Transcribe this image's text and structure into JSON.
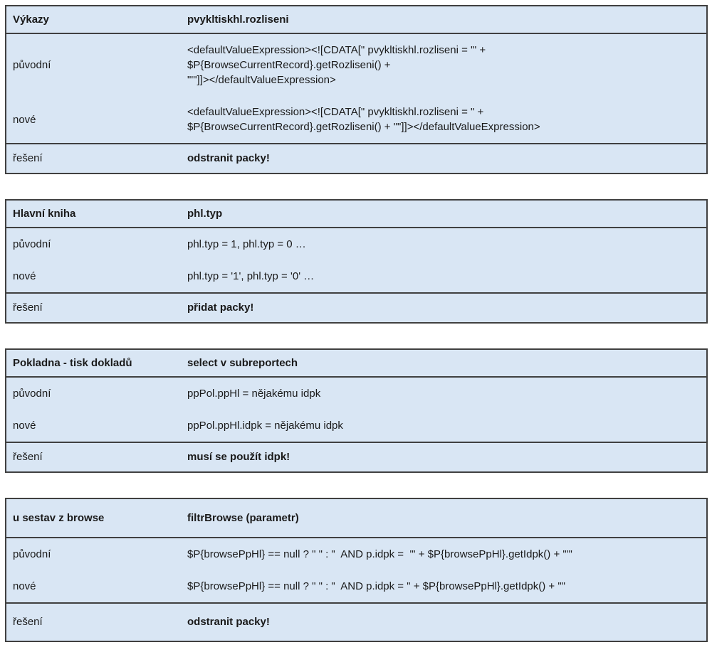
{
  "colors": {
    "table_bg": "#d9e6f4",
    "border": "#404040",
    "text": "#1a1a1a"
  },
  "row_labels": {
    "original": "původní",
    "new": "nové",
    "solution": "řešení"
  },
  "tables": [
    {
      "title": "Výkazy",
      "subject": "pvykltiskhl.rozliseni",
      "rows": [
        {
          "label": "původní",
          "value": "<defaultValueExpression><![CDATA[\" pvykltiskhl.rozliseni = '\" +\n$P{BrowseCurrentRecord}.getRozliseni() +\n\"'\"]]></defaultValueExpression>"
        },
        {
          "label": "nové",
          "value": "<defaultValueExpression><![CDATA[\" pvykltiskhl.rozliseni = \" +\n$P{BrowseCurrentRecord}.getRozliseni() + \"\"]]></defaultValueExpression>"
        }
      ],
      "solution_label": "řešení",
      "solution": "odstranit packy!"
    },
    {
      "title": "Hlavní kniha",
      "subject": "phl.typ",
      "rows": [
        {
          "label": "původní",
          "value": "phl.typ = 1, phl.typ = 0 …"
        },
        {
          "label": "nové",
          "value": "phl.typ = '1', phl.typ = '0' …"
        }
      ],
      "solution_label": "řešení",
      "solution": "přidat packy!"
    },
    {
      "title": "Pokladna - tisk dokladů",
      "subject": "select v subreportech",
      "rows": [
        {
          "label": "původní",
          "value": "ppPol.ppHl = nějakému idpk"
        },
        {
          "label": "nové",
          "value": "ppPol.ppHl.idpk = nějakému idpk"
        }
      ],
      "solution_label": "řešení",
      "solution": "musí se použít idpk!"
    },
    {
      "title": "u sestav z browse",
      "subject": "filtrBrowse (parametr)",
      "rows": [
        {
          "label": "původní",
          "value": "$P{browsePpHl} == null ? \" \" : \"  AND p.idpk =  '\" + $P{browsePpHl}.getIdpk() + \"'\""
        },
        {
          "label": "nové",
          "value": "$P{browsePpHl} == null ? \" \" : \"  AND p.idpk = \" + $P{browsePpHl}.getIdpk() + \"\""
        }
      ],
      "solution_label": "řešení",
      "solution": "odstranit packy!"
    }
  ]
}
